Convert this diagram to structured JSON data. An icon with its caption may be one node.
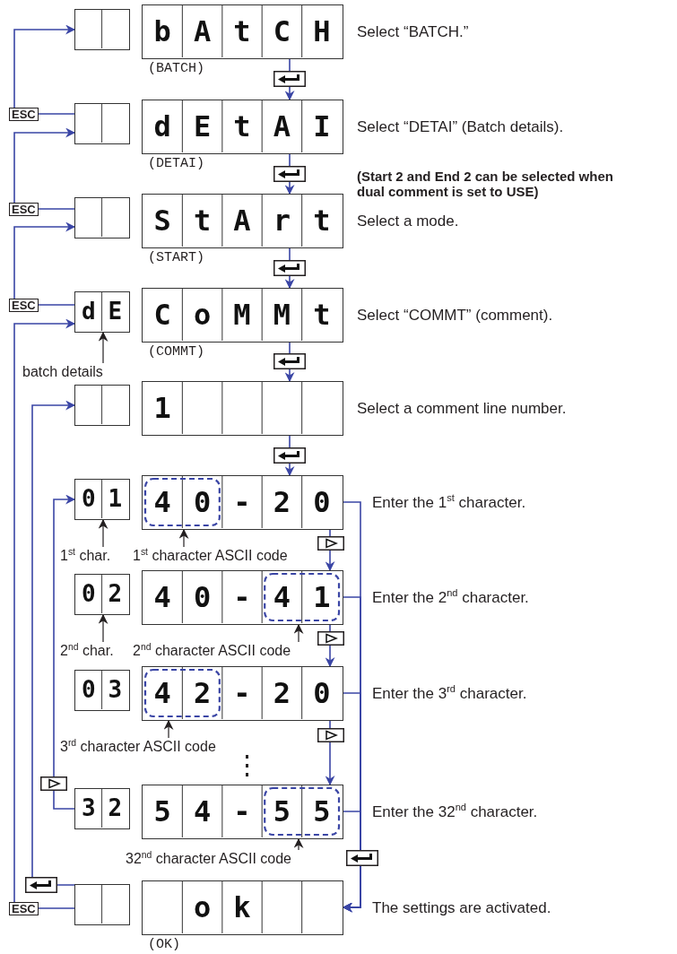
{
  "diagram": {
    "nodes": [
      {
        "text": [],
        "shape": "box"
      },
      {
        "text": [
          "bAtCH"
        ],
        "beside": [
          "(BATCH)",
          "Select “BATCH.”"
        ]
      },
      {
        "text": [],
        "shape": "box"
      },
      {
        "text": [
          "dEtAI"
        ],
        "beside": [
          "(DETAI)",
          "Select “DETAI” (Batch details)."
        ]
      },
      {
        "text": [],
        "shape": "box"
      },
      {
        "text": [
          "StArt"
        ],
        "beside": [
          "(START)",
          "(Start 2 and End 2 can be selected when dual comment is set to USE)",
          "Select a mode."
        ]
      },
      {
        "text": [
          "dE"
        ]
      },
      {
        "text": [
          "CoMMt"
        ],
        "beside": [
          "(COMMT)",
          "Select “COMMT” (comment)."
        ]
      },
      {
        "text": [
          "batch details"
        ]
      },
      {
        "text": [],
        "shape": "box"
      },
      {
        "text": [
          "1"
        ],
        "beside": [
          "Select a comment line number."
        ]
      },
      {
        "text": [
          "01"
        ]
      },
      {
        "text": [
          "40-20"
        ],
        "beside": [
          "Enter the 1$^{st}$ character."
        ]
      },
      {
        "text": [
          "1$^{st}$ char."
        ]
      },
      {
        "text": [
          "1$^{st}$ character ASCII code"
        ]
      },
      {
        "text": [
          "02"
        ]
      },
      {
        "text": [
          "40-41"
        ],
        "beside": [
          "Enter the 2$^{nd}$ character."
        ]
      },
      {
        "text": [
          "2$^{nd}$ char."
        ]
      },
      {
        "text": [
          "2$^{nd}$ character ASCII code"
        ]
      },
      {
        "text": [
          "03"
        ]
      },
      {
        "text": [
          "42-20"
        ],
        "beside": [
          "Enter the 3$^{rd}$ character."
        ]
      },
      {
        "text": [
          "3$^{rd}$ character ASCII code"
        ]
      },
      {
        "text": [
          "32"
        ]
      },
      {
        "text": [
          "54-55"
        ],
        "beside": [
          "Enter the 32$^{nd}$ character."
        ]
      },
      {
        "text": [
          "32$^{nd}$ character ASCII code"
        ]
      },
      {
        "text": [],
        "shape": "box"
      },
      {
        "text": [
          "ok"
        ],
        "beside": [
          "(OK)",
          "The settings are activated."
        ]
      }
    ],
    "edges": [
      {
        "from": 1,
        "to": 3,
        "arrow": "to"
      },
      {
        "from": 3,
        "to": 5,
        "arrow": "to"
      },
      {
        "from": 5,
        "to": 7,
        "arrow": "to"
      },
      {
        "from": 7,
        "to": 10,
        "arrow": "to"
      },
      {
        "from": 10,
        "to": 12,
        "arrow": "to"
      },
      {
        "from": 12,
        "to": 16,
        "arrow": "to"
      },
      {
        "from": 16,
        "to": 20,
        "arrow": "to"
      },
      {
        "from": 20,
        "to": 23,
        "arrow": "to"
      },
      {
        "from": 12,
        "to": 26,
        "arrow": "to"
      },
      {
        "from": 16,
        "to": 26,
        "arrow": "to"
      },
      {
        "from": 20,
        "to": 26,
        "arrow": "to"
      },
      {
        "from": 23,
        "to": 26,
        "arrow": "to"
      },
      {
        "from": 22,
        "to": 11,
        "arrow": "to"
      },
      {
        "from": 25,
        "to": 9,
        "arrow": "to"
      },
      {
        "from": 25,
        "to": 6,
        "arrow": "to",
        "label": "ESC"
      },
      {
        "from": 6,
        "to": 4,
        "arrow": "to",
        "label": "ESC"
      },
      {
        "from": 4,
        "to": 2,
        "arrow": "to",
        "label": "ESC"
      },
      {
        "from": 2,
        "to": 0,
        "arrow": "to",
        "label": "ESC"
      },
      {
        "from": 8,
        "to": 6,
        "arrow": "to",
        "color": "#231f20"
      },
      {
        "from": 13,
        "to": 11,
        "arrow": "to",
        "color": "#231f20"
      },
      {
        "from": 14,
        "to": 12,
        "arrow": "to",
        "color": "#231f20"
      },
      {
        "from": 17,
        "to": 15,
        "arrow": "to",
        "color": "#231f20"
      },
      {
        "from": 18,
        "to": 16,
        "arrow": "to",
        "color": "#231f20"
      },
      {
        "from": 21,
        "to": 20,
        "arrow": "to",
        "color": "#231f20"
      },
      {
        "from": 24,
        "to": 23,
        "arrow": "to",
        "color": "#231f20"
      }
    ]
  }
}
